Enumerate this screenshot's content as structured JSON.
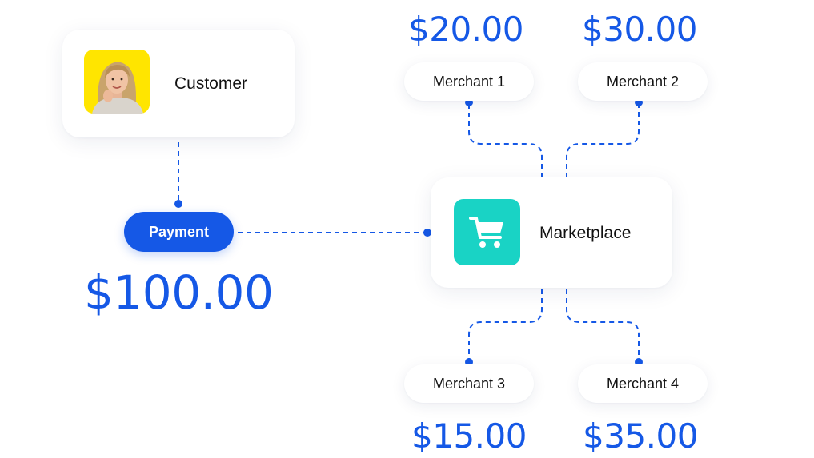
{
  "customer": {
    "label": "Customer",
    "avatar_bg": "#ffe500"
  },
  "payment": {
    "label": "Payment",
    "amount": "$100.00"
  },
  "marketplace": {
    "label": "Marketplace",
    "icon": "shopping-cart-icon",
    "icon_bg": "#19d3c5"
  },
  "merchants": [
    {
      "label": "Merchant 1",
      "amount": "$20.00"
    },
    {
      "label": "Merchant 2",
      "amount": "$30.00"
    },
    {
      "label": "Merchant 3",
      "amount": "$15.00"
    },
    {
      "label": "Merchant 4",
      "amount": "$35.00"
    }
  ],
  "colors": {
    "accent": "#1558e6",
    "connector": "#1558e6"
  }
}
